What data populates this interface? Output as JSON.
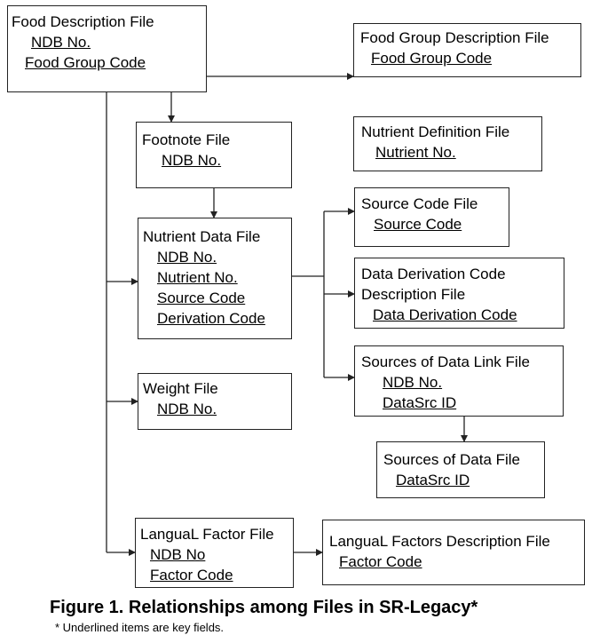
{
  "files": {
    "food_desc": {
      "title": "Food Description File",
      "fields": [
        "NDB No.",
        "Food Group Code"
      ]
    },
    "food_group": {
      "title": "Food Group Description File",
      "fields": [
        "Food Group Code"
      ]
    },
    "footnote": {
      "title": "Footnote File",
      "fields": [
        "NDB No."
      ]
    },
    "nutrient_def": {
      "title": "Nutrient Definition File",
      "fields": [
        "Nutrient No."
      ]
    },
    "source_code": {
      "title": "Source Code File",
      "fields": [
        "Source Code"
      ]
    },
    "nutrient_data": {
      "title": "Nutrient Data File",
      "fields": [
        "NDB No.",
        "Nutrient No.",
        "Source Code",
        "Derivation Code"
      ]
    },
    "data_deriv": {
      "title_lines": [
        "Data Derivation Code",
        "Description File"
      ],
      "fields": [
        "Data Derivation Code"
      ]
    },
    "sources_link": {
      "title": "Sources of Data Link File",
      "fields": [
        "NDB No.",
        "DataSrc ID"
      ]
    },
    "weight": {
      "title": "Weight File",
      "fields": [
        "NDB No."
      ]
    },
    "sources_data": {
      "title": "Sources of Data File",
      "fields": [
        "DataSrc ID"
      ]
    },
    "langual_factor": {
      "title": "LanguaL Factor File",
      "fields": [
        "NDB No",
        "Factor Code"
      ]
    },
    "langual_desc": {
      "title": "LanguaL Factors Description File",
      "fields": [
        "Factor Code"
      ]
    }
  },
  "caption": "Figure 1.  Relationships among Files in SR-Legacy*",
  "footnote": "* Underlined items are key fields."
}
